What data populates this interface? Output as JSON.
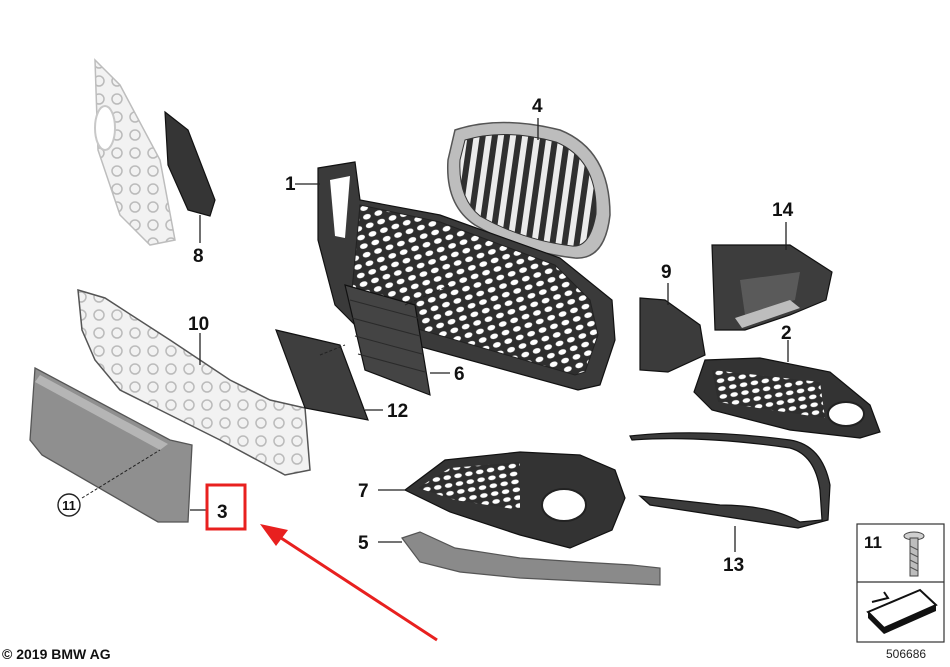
{
  "labels": {
    "p1": "1",
    "p2": "2",
    "p3": "3",
    "p4": "4",
    "p5": "5",
    "p6": "6",
    "p7": "7",
    "p8": "8",
    "p9": "9",
    "p10": "10",
    "p11": "11",
    "p12": "12",
    "p13": "13",
    "p14": "14",
    "legend11": "11"
  },
  "copyright": "© 2019 BMW AG",
  "drawing_number": "506686",
  "colors": {
    "highlight": "#e8201f",
    "arrow": "#e8201f",
    "part_dark": "#3c3c3c",
    "part_grey": "#8a8a8a"
  }
}
